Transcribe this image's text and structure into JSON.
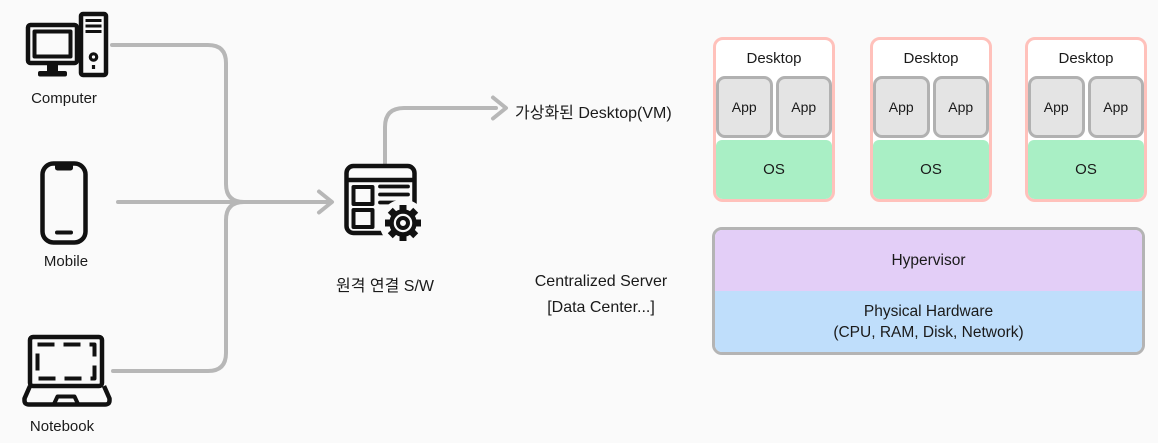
{
  "clients": [
    {
      "label": "Computer"
    },
    {
      "label": "Mobile"
    },
    {
      "label": "Notebook"
    }
  ],
  "middleware": {
    "label": "원격 연결 S/W"
  },
  "vm_label": "가상화된 Desktop(VM)",
  "server": {
    "line1": "Centralized Server",
    "line2": "[Data Center...]"
  },
  "desktops": [
    {
      "title": "Desktop",
      "apps": [
        "App",
        "App"
      ],
      "os": "OS"
    },
    {
      "title": "Desktop",
      "apps": [
        "App",
        "App"
      ],
      "os": "OS"
    },
    {
      "title": "Desktop",
      "apps": [
        "App",
        "App"
      ],
      "os": "OS"
    }
  ],
  "infra": {
    "hypervisor": "Hypervisor",
    "hardware_line1": "Physical Hardware",
    "hardware_line2": "(CPU, RAM, Disk, Network)"
  },
  "colors": {
    "background": "#fafafa",
    "line": "#b7b7b7",
    "icon": "#111111",
    "text": "#1a1a1a",
    "desktop-border": "#ffc1bb",
    "app-bg": "#e4e4e4",
    "app-border": "#b1b1b1",
    "os-bg": "#a9efc5",
    "hypervisor-bg": "#e3cef7",
    "hardware-bg": "#bfdefb",
    "frame-border": "#b4b4b4"
  }
}
